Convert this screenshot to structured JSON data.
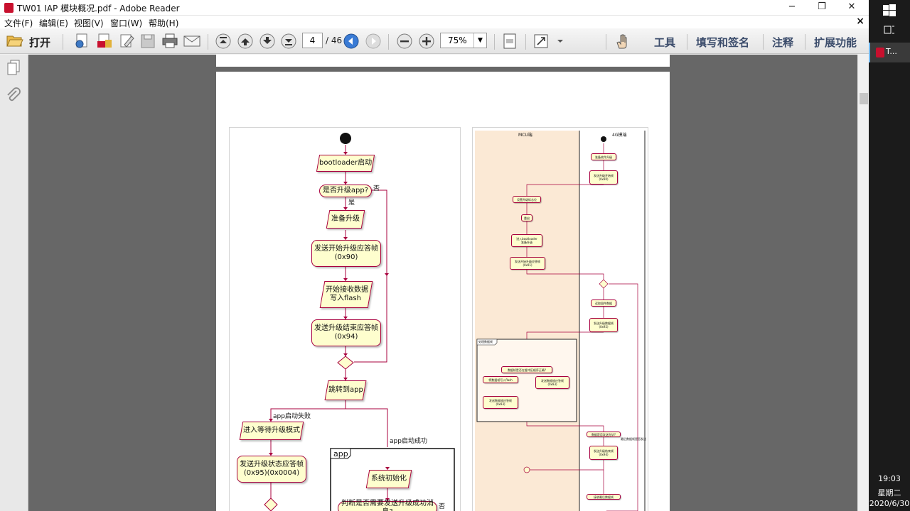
{
  "window": {
    "title": "TW01 IAP 模块概况.pdf - Adobe Reader",
    "controls": {
      "minimize": "−",
      "maximize": "❐",
      "close": "✕"
    }
  },
  "menu": {
    "items": [
      "文件(F)",
      "编辑(E)",
      "视图(V)",
      "窗口(W)",
      "帮助(H)"
    ],
    "close": "×"
  },
  "toolbar": {
    "open_label": "打开",
    "page_current": "4",
    "page_total": "/ 46",
    "zoom": "75%",
    "tools_label": "工具",
    "fill_sign_label": "填写和签名",
    "comment_label": "注释",
    "extend_label": "扩展功能"
  },
  "flowchart_left": {
    "start_label": "",
    "bootloader": "bootloader启动",
    "decision_upgrade": "是否升级app?",
    "no_label": "否",
    "yes_label": "是",
    "prepare": "准备升级",
    "send_start_line1": "发送开始升级应答帧",
    "send_start_line2": "(0x90)",
    "receive_line1": "开始接收数据",
    "receive_line2": "写入flash",
    "send_end_line1": "发送升级结束应答帧",
    "send_end_line2": "(0x94)",
    "jump": "跳转到app",
    "app_fail": "app启动失败",
    "app_success": "app启动成功",
    "wait_upgrade": "进入等待升级模式",
    "send_status_line1": "发送升级状态应答帧",
    "send_status_line2": "(0x95)(0x0004)",
    "app_box": "app",
    "sys_init": "系统初始化",
    "decision_success": "判断是否需要发送升级成功消息?",
    "no_label2": "否"
  },
  "flowchart_right": {
    "lane_mcu": "MCU端",
    "lane_4g": "4G模端",
    "n_prepare": "准备软件升级",
    "n_send_frame_1": "发送升级开始帧",
    "n_send_frame_2": "(0x90)",
    "n_set_flag": "设置升级标志位",
    "n_reset": "重启",
    "n_bootloader_1": "进入bootloader",
    "n_bootloader_2": "准备升级",
    "n_ack_1": "发送开始升级应答帧",
    "n_ack_2": "(0x91)",
    "n_read": "读取固件数据",
    "n_send_data_1": "发送升级数据帧",
    "n_send_data_2": "(0x92)",
    "group_label": "处理数据帧",
    "n_check": "数据帧是否在缓冲区顺序正确?",
    "n_write": "将数据帧写入flash",
    "n_ack_ok_1": "发送数据帧应答帧",
    "n_ack_ok_2": "(0x93)",
    "n_ack_err_1": "发送数据帧应答帧",
    "n_ack_err_2": "(0x93)",
    "n_more": "数据是否发送完毕?",
    "n_more_note": "最后数据帧是否发送",
    "n_end_1": "发送升级结束帧",
    "n_end_2": "(0x94)",
    "n_last": "接收最后数据帧"
  },
  "taskbar": {
    "active_app": "T...",
    "time": "19:03",
    "weekday": "星期二",
    "date": "2020/6/30"
  },
  "colors": {
    "accent": "#a8003e",
    "node_fill": "#fefece",
    "lane_fill": "#fbe9d5",
    "doc_bg": "#676767"
  }
}
